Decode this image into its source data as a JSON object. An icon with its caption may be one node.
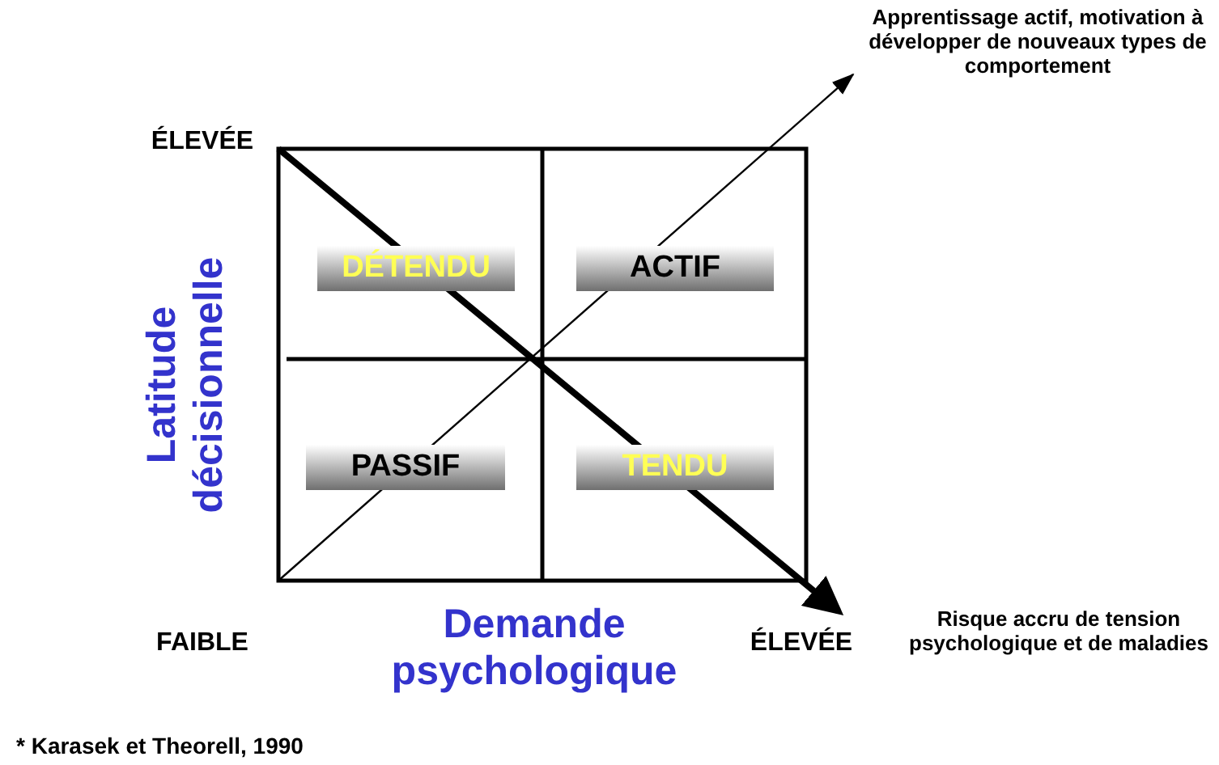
{
  "diagram": {
    "caption": "* Karasek et Theorell, 1990",
    "nodes": [
      {
        "text": [
          "DÉTENDU"
        ]
      },
      {
        "text": [
          "ACTIF"
        ]
      },
      {
        "text": [
          "PASSIF"
        ]
      },
      {
        "text": [
          "TENDU"
        ]
      }
    ],
    "labels": [
      "Apprentissage actif, motivation à développer de nouveaux types de comportement",
      "ÉLEVÉE",
      "Latitude décisionnelle",
      "FAIBLE",
      "Demande psychologique",
      "ÉLEVÉE",
      "Risque accru de tension psychologique et de maladies"
    ]
  }
}
